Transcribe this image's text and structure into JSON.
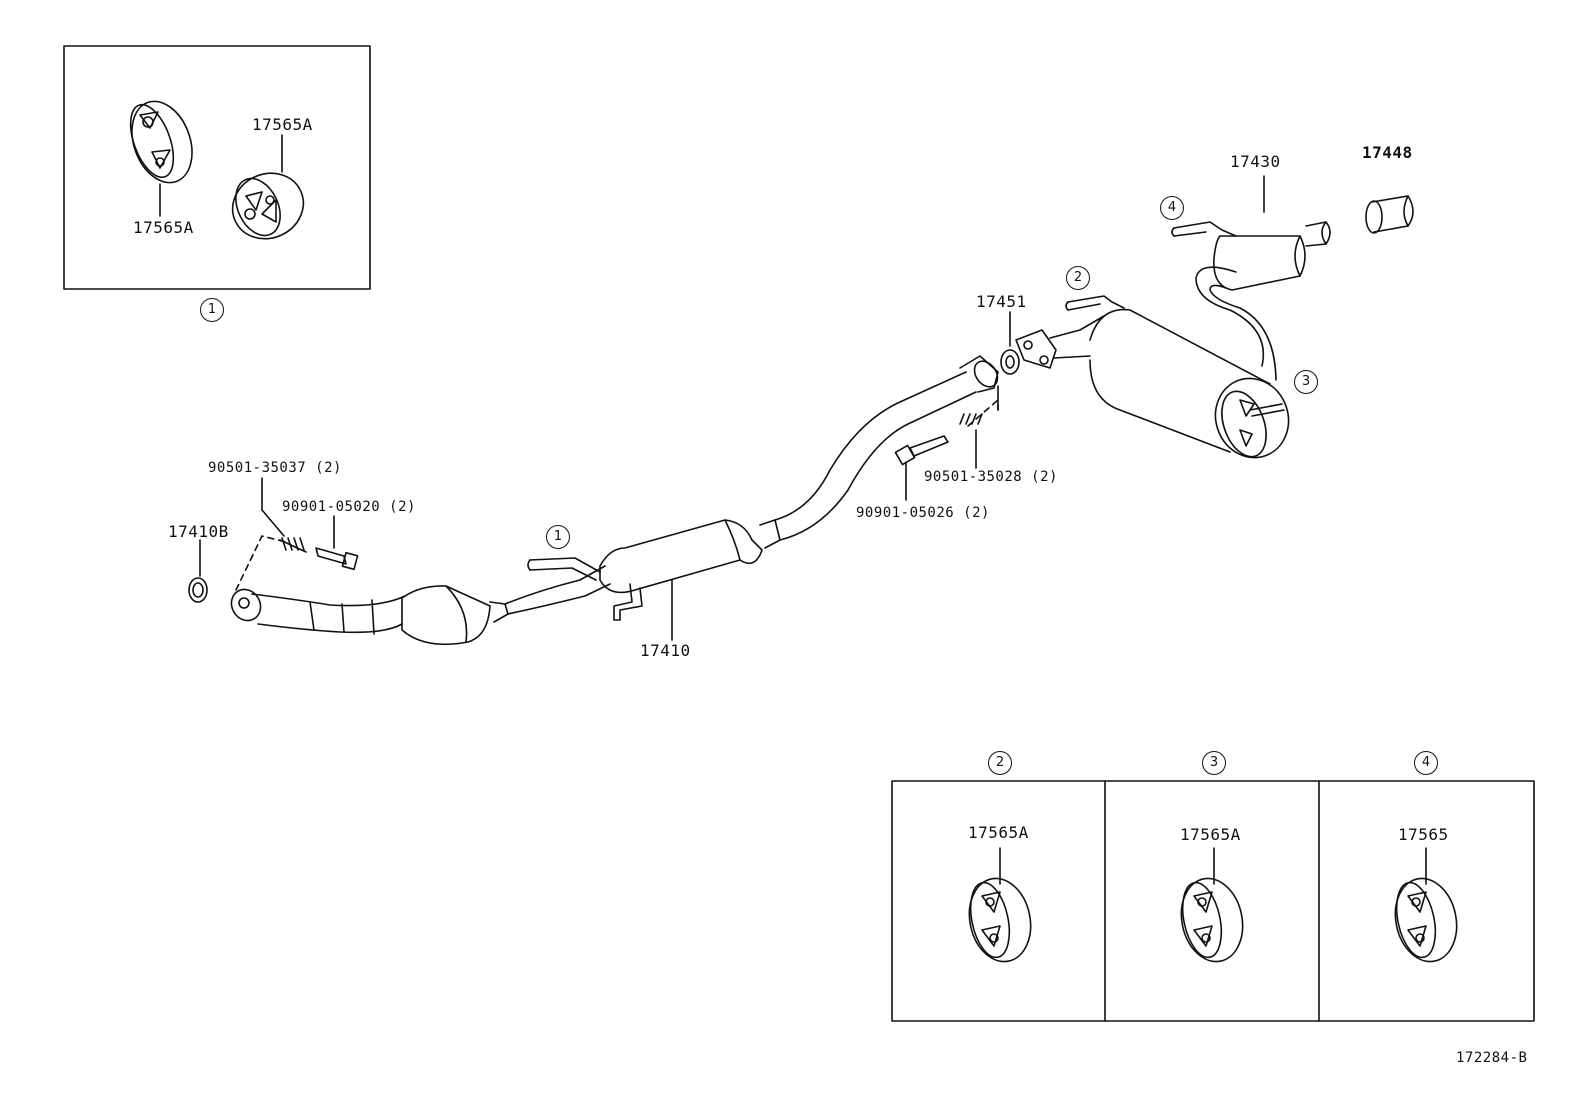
{
  "diagram_id": "172284-B",
  "callouts": {
    "c1": "1",
    "c2": "2",
    "c3": "3",
    "c4": "4"
  },
  "parts": {
    "p17565A": "17565A",
    "p17565": "17565",
    "p17430": "17430",
    "p17448": "17448",
    "p17451": "17451",
    "p17410": "17410",
    "p17410B": "17410B",
    "p90501_35037": "90501-35037 (2)",
    "p90901_05020": "90901-05020 (2)",
    "p90501_35028": "90501-35028 (2)",
    "p90901_05026": "90901-05026 (2)"
  },
  "colors": {
    "line": "#111111",
    "background": "#ffffff"
  }
}
